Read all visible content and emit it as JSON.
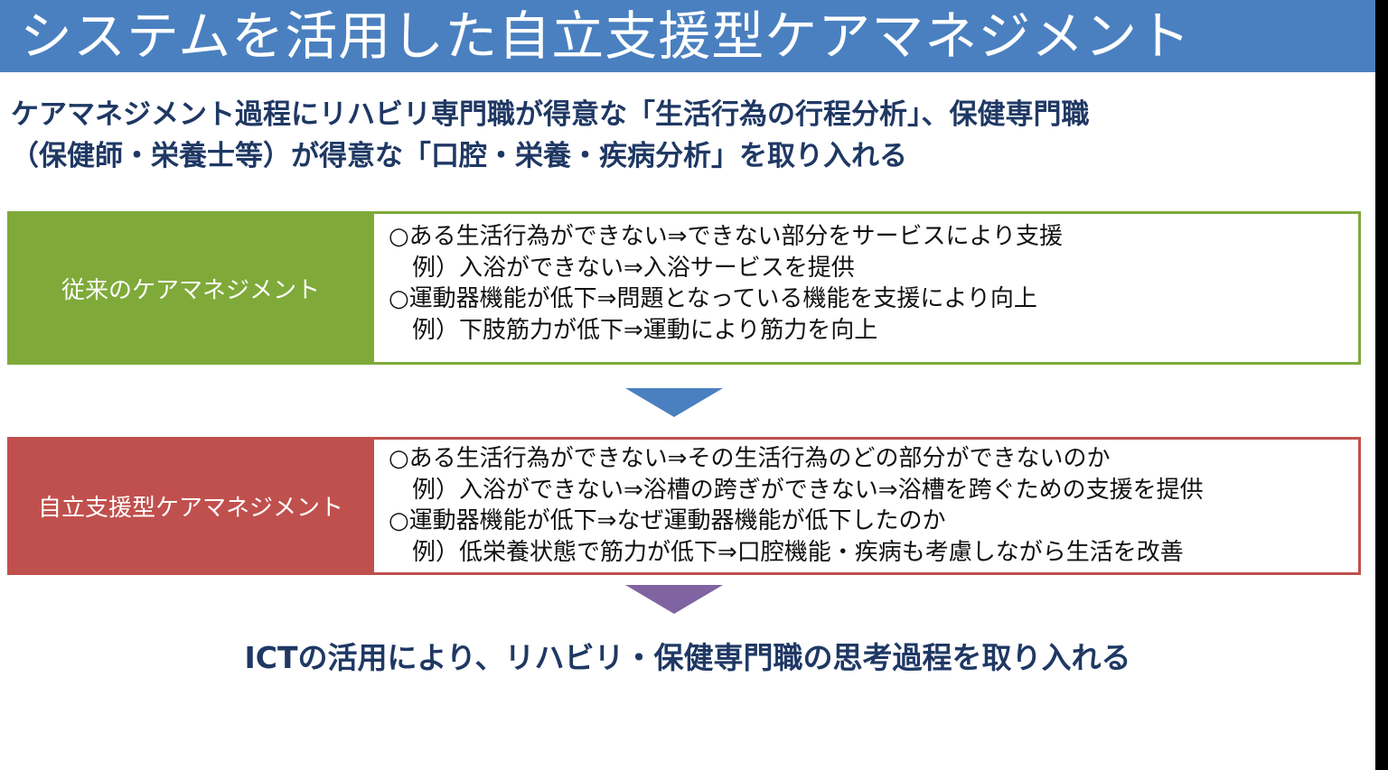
{
  "title": "システムを活用した自立支援型ケアマネジメント",
  "subtitle": {
    "line1": "ケアマネジメント過程にリハビリ専門職が得意な「生活行為の行程分析」、保健専門職",
    "line2": "（保健師・栄養士等）が得意な「口腔・栄養・疾病分析」を取り入れる"
  },
  "traditional": {
    "label": "従来のケアマネジメント",
    "lines": [
      "○ある生活行為ができない⇒できない部分をサービスにより支援",
      "例）入浴ができない⇒入浴サービスを提供",
      "○運動器機能が低下⇒問題となっている機能を支援により向上",
      "例）下肢筋力が低下⇒運動により筋力を向上"
    ]
  },
  "independence": {
    "label": "自立支援型ケアマネジメント",
    "lines": [
      "○ある生活行為ができない⇒その生活行為のどの部分ができないのか",
      "例）入浴ができない⇒浴槽の跨ぎができない⇒浴槽を跨ぐための支援を提供",
      "○運動器機能が低下⇒なぜ運動器機能が低下したのか",
      "例）低栄養状態で筋力が低下⇒口腔機能・疾病も考慮しながら生活を改善"
    ]
  },
  "conclusion": "ICTの活用により、リハビリ・保健専門職の思考過程を取り入れる",
  "colors": {
    "title_bar": "#4a80c0",
    "traditional": "#7faa3a",
    "independence": "#c0504d",
    "arrow_1": "#4a80c0",
    "arrow_2": "#8064a2",
    "heading_text": "#1f3864"
  }
}
